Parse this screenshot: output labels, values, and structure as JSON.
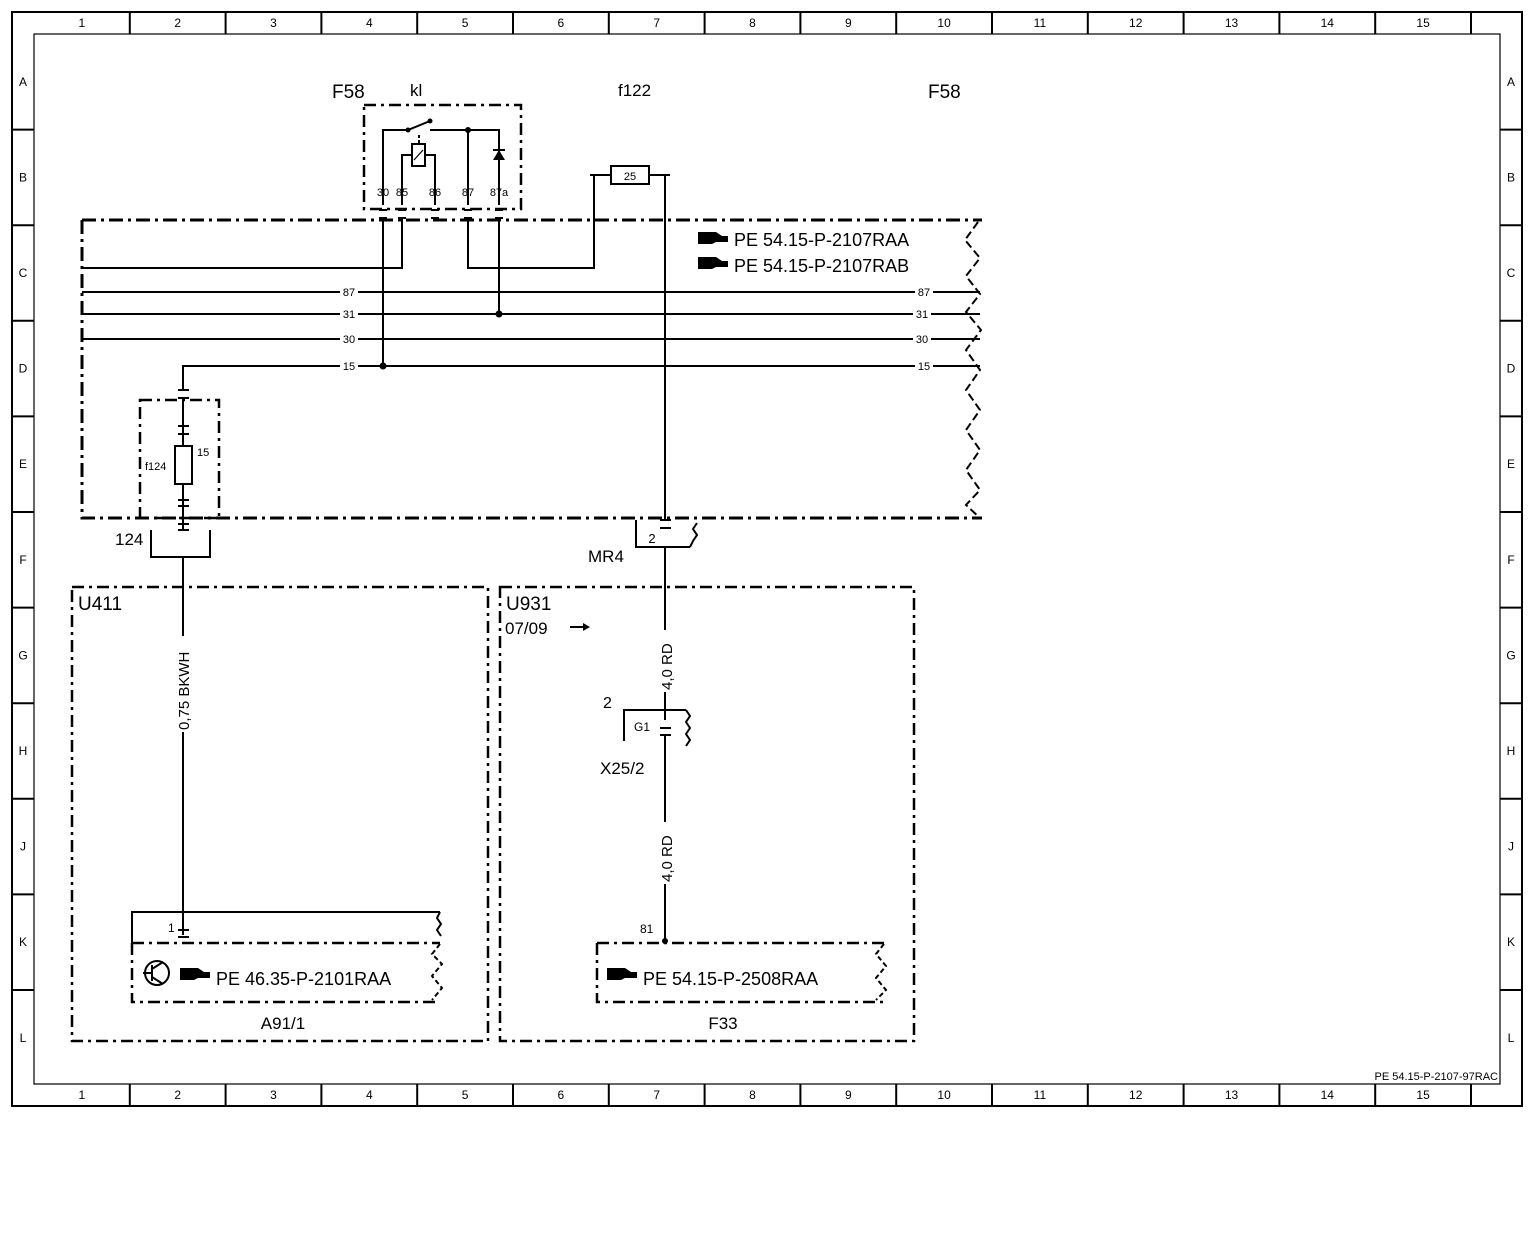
{
  "frame": {
    "columns": [
      "1",
      "2",
      "3",
      "4",
      "5",
      "6",
      "7",
      "8",
      "9",
      "10",
      "11",
      "12",
      "13",
      "14",
      "15"
    ],
    "rows": [
      "A",
      "B",
      "C",
      "D",
      "E",
      "F",
      "G",
      "H",
      "J",
      "K",
      "L"
    ],
    "drawing_id": "PE 54.15-P-2107-97RAC"
  },
  "relay": {
    "name": "F58",
    "label": "kl",
    "pins": [
      "30",
      "85",
      "86",
      "87",
      "87a"
    ]
  },
  "fuse_box": {
    "name_right": "F58",
    "fuse_label": "f122",
    "fuse_value": "25",
    "refs": [
      "PE 54.15-P-2107RAA",
      "PE 54.15-P-2107RAB"
    ],
    "bus": [
      "87",
      "31",
      "30",
      "15"
    ]
  },
  "fuse_f124": {
    "name": "f124",
    "value": "15",
    "connector": "124"
  },
  "connector_mr4": {
    "name": "MR4",
    "pin": "2"
  },
  "zone_u411": {
    "name": "U411"
  },
  "zone_u931": {
    "name": "U931",
    "date": "07/09"
  },
  "wire_left": {
    "label": "0,75 BKWH"
  },
  "wire_right_upper": {
    "label": "4,0 RD"
  },
  "wire_right_lower": {
    "label": "4,0 RD"
  },
  "connector_x25": {
    "name": "X25/2",
    "pin": "2",
    "ground": "G1"
  },
  "module_a91": {
    "name": "A91/1",
    "pin": "1",
    "ref": "PE 46.35-P-2101RAA"
  },
  "module_f33": {
    "name": "F33",
    "pin": "81",
    "ref": "PE 54.15-P-2508RAA"
  }
}
